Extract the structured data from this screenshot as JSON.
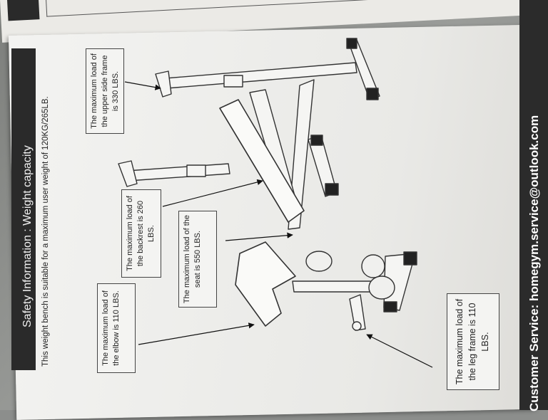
{
  "header": {
    "title": "Safety Information : Weight capacity"
  },
  "intro": "This weight bench is suitable for a maximum user weight of 120KG/265LB.",
  "footer": {
    "text": "Customer Service: homegym.service@outlook.com"
  },
  "callouts": {
    "upper_side_frame": "The maximum load of the upper side frame is 330 LBS.",
    "backrest": "The maximum load of the backrest is 260 LBS.",
    "seat": "The maximum load of the seat is 550 LBS.",
    "elbow": "The maximum load of the elbow is 110 LBS.",
    "leg_frame": "The maximum load of the leg frame is 110 LBS."
  }
}
